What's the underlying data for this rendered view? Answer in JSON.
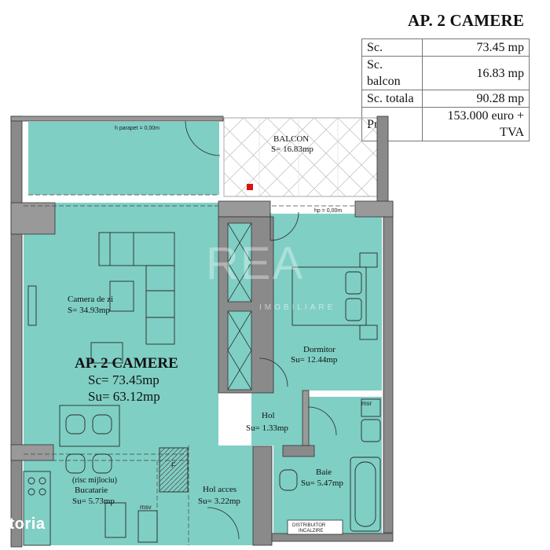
{
  "header": {
    "title": "AP. 2 CAMERE"
  },
  "spec_table": {
    "rows": [
      {
        "label": "Sc.",
        "value": "73.45 mp"
      },
      {
        "label": "Sc. balcon",
        "value": "16.83 mp"
      },
      {
        "label": "Sc. totala",
        "value": "90.28 mp"
      },
      {
        "label": "Pret",
        "value": "153.000 euro + TVA"
      }
    ]
  },
  "plan": {
    "parapet_top": "h parapet = 0,00m",
    "parapet_right": "hp = 0,00m",
    "balcony": {
      "name": "BALCON",
      "area": "S= 16.83mp"
    },
    "living": {
      "name": "Camera de zi",
      "area": "S= 34.93mp"
    },
    "apartment": {
      "title": "AP. 2 CAMERE",
      "sc": "Sc= 73.45mp",
      "su": "Su= 63.12mp"
    },
    "bedroom": {
      "name": "Dormitor",
      "area": "Su= 12.44mp"
    },
    "hall": {
      "name": "Hol",
      "area": "Su= 1.33mp"
    },
    "kitchen": {
      "note": "(risc mijlociu)",
      "name": "Bucatarie",
      "area": "Su= 5.73mp"
    },
    "entry_hall": {
      "name": "Hol acces",
      "area": "Su= 3.22mp"
    },
    "bath": {
      "name": "Baie",
      "area": "Su= 5.47mp"
    },
    "msv_kitchen": "msv",
    "msr_bath": "msr",
    "shaft": "F",
    "distributor_l1": "DISTRIBUITOR",
    "distributor_l2": "INCALZIRE"
  },
  "watermark": {
    "brand": "storia",
    "center": "REA",
    "sub": "IMOBILIARE"
  },
  "colors": {
    "room_fill": "#7fcfc4",
    "wall": "#8a8a8a",
    "wall_dark": "#555555"
  }
}
